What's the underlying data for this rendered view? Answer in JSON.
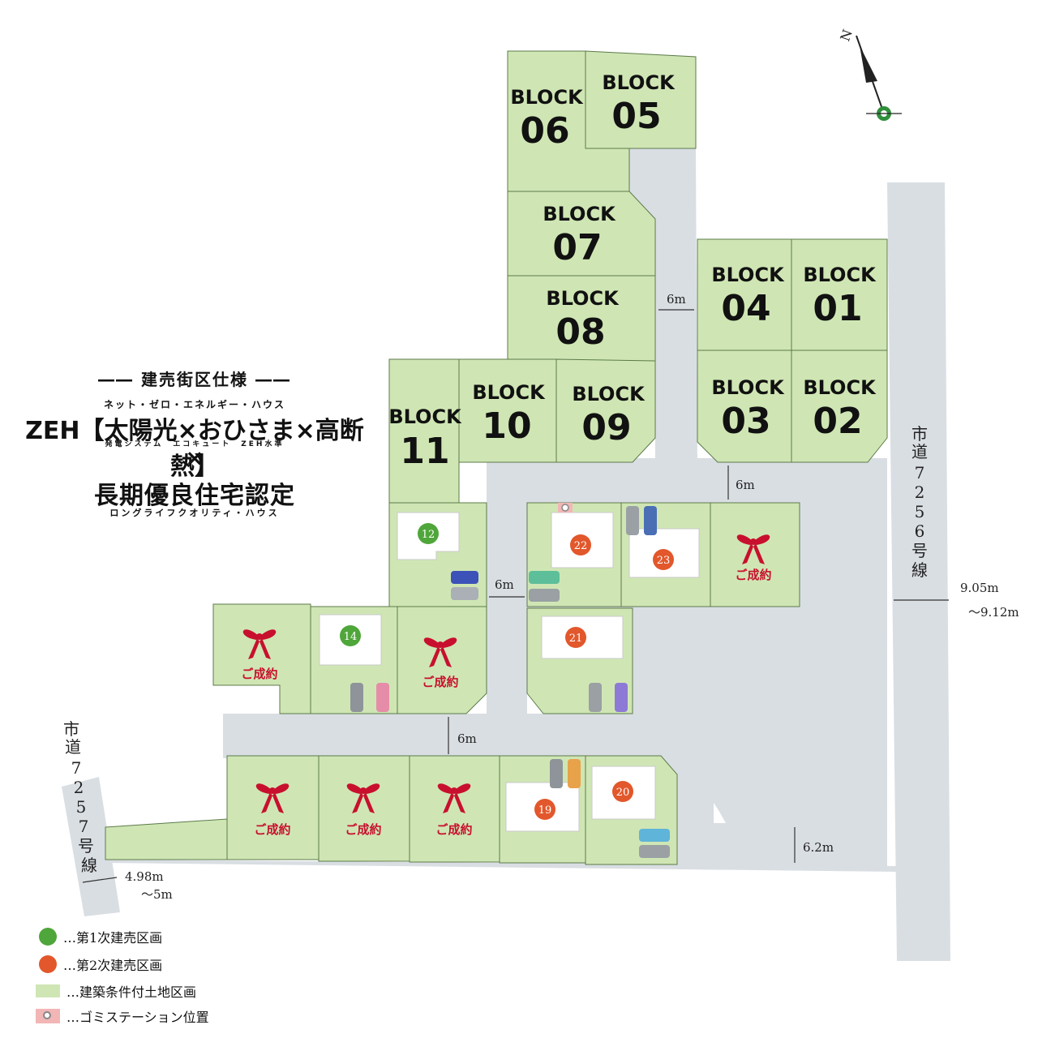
{
  "compass": {
    "label": "N",
    "icon": "compass-north-icon"
  },
  "blocks": [
    {
      "word": "BLOCK",
      "num": "06"
    },
    {
      "word": "BLOCK",
      "num": "05"
    },
    {
      "word": "BLOCK",
      "num": "07"
    },
    {
      "word": "BLOCK",
      "num": "08"
    },
    {
      "word": "BLOCK",
      "num": "04"
    },
    {
      "word": "BLOCK",
      "num": "01"
    },
    {
      "word": "BLOCK",
      "num": "03"
    },
    {
      "word": "BLOCK",
      "num": "02"
    },
    {
      "word": "BLOCK",
      "num": "11"
    },
    {
      "word": "BLOCK",
      "num": "10"
    },
    {
      "word": "BLOCK",
      "num": "09"
    }
  ],
  "lots": {
    "l12": "12",
    "l22": "22",
    "l23": "23",
    "l14": "14",
    "l21": "21",
    "l19": "19",
    "l20": "20"
  },
  "sold_label": "ご成約",
  "dimensions": {
    "d1": "6m",
    "d2": "6m",
    "d3": "6m",
    "d4": "6m",
    "d5": "6.2m",
    "d6a": "9.05m",
    "d6b": "～9.12m",
    "d7a": "4.98m",
    "d7b": "～5m"
  },
  "roads": {
    "east": [
      "市",
      "道",
      "7",
      "2",
      "5",
      "6",
      "号",
      "線"
    ],
    "west": [
      "市",
      "道",
      "7",
      "2",
      "5",
      "7",
      "号",
      "線"
    ]
  },
  "spec": {
    "title": "―― 建売街区仕様 ――",
    "kana": "ネット・ゼロ・エネルギー・ハウス",
    "zeh": "ZEH【太陽光×おひさま×高断熱】",
    "sub": "発電システム　エコキュート　ZEH水準",
    "x": "×",
    "long": "長期優良住宅認定",
    "longkana": "ロングライフクオリティ・ハウス"
  },
  "legend": [
    {
      "icon": "green-dot-icon",
      "text": "…第1次建売区画"
    },
    {
      "icon": "orange-dot-icon",
      "text": "…第2次建売区画"
    },
    {
      "icon": "land-swatch-icon",
      "text": "…建築条件付土地区画"
    },
    {
      "icon": "garbage-station-icon",
      "text": "…ゴミステーション位置"
    }
  ],
  "colors": {
    "land": "#cfe6b4",
    "road": "#d9dee3",
    "first_phase": "#4fa63a",
    "second_phase": "#e2572b",
    "sold": "#c8102e"
  }
}
